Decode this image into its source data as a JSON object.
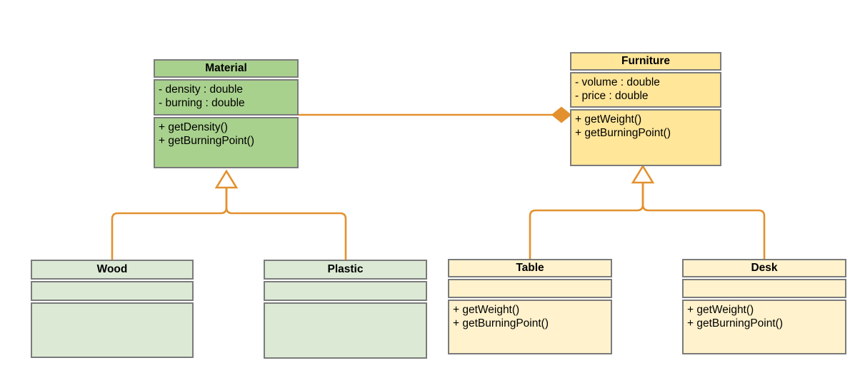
{
  "diagram_type": "uml-class-diagram",
  "colors": {
    "background": "#ffffff",
    "border": "#7b7b7b",
    "text": "#000000",
    "connector": "#e2912e",
    "material_fill": "#a9d18e",
    "material_child_fill": "#dcead5",
    "furniture_fill": "#ffe699",
    "furniture_child_fill": "#fff2cc"
  },
  "classes": {
    "material": {
      "name": "Material",
      "attributes": [
        "- density : double",
        "- burning : double"
      ],
      "methods": [
        "+ getDensity()",
        "+ getBurningPoint()"
      ]
    },
    "furniture": {
      "name": "Furniture",
      "attributes": [
        "- volume : double",
        "- price : double"
      ],
      "methods": [
        "+ getWeight()",
        "+ getBurningPoint()"
      ]
    },
    "wood": {
      "name": "Wood",
      "attributes": [],
      "methods": []
    },
    "plastic": {
      "name": "Plastic",
      "attributes": [],
      "methods": []
    },
    "table": {
      "name": "Table",
      "attributes": [],
      "methods": [
        "+ getWeight()",
        "+ getBurningPoint()"
      ]
    },
    "desk": {
      "name": "Desk",
      "attributes": [],
      "methods": [
        "+ getWeight()",
        "+ getBurningPoint()"
      ]
    }
  },
  "relationships": [
    {
      "from": "Material",
      "to": "Furniture",
      "type": "composition",
      "marker": "filled-diamond-at-furniture"
    },
    {
      "from": "Wood",
      "to": "Material",
      "type": "generalization",
      "marker": "hollow-triangle-at-material"
    },
    {
      "from": "Plastic",
      "to": "Material",
      "type": "generalization",
      "marker": "hollow-triangle-at-material"
    },
    {
      "from": "Table",
      "to": "Furniture",
      "type": "generalization",
      "marker": "hollow-triangle-at-furniture"
    },
    {
      "from": "Desk",
      "to": "Furniture",
      "type": "generalization",
      "marker": "hollow-triangle-at-furniture"
    }
  ]
}
